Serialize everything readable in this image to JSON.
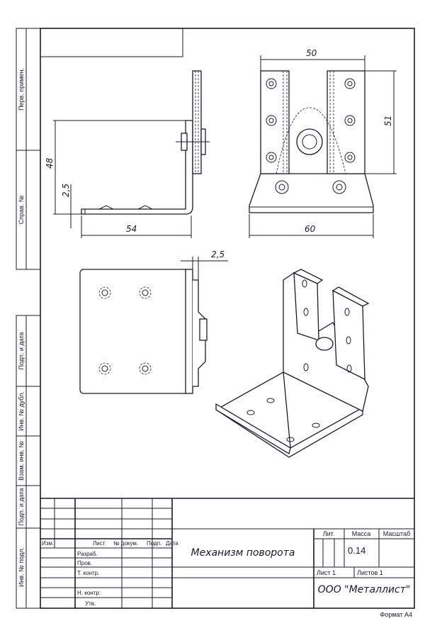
{
  "side_labels": [
    "Перв. примен.",
    "Справ. №",
    "Подп. и дата",
    "Инв. № дубл.",
    "Взам. инв. №",
    "Подп. и дата",
    "Инв. № подл."
  ],
  "dimensions": {
    "front_height": "48",
    "front_thickness": "2,5",
    "front_length": "54",
    "top_width": "50",
    "top_height": "51",
    "top_base": "60",
    "side_thickness": "2,5"
  },
  "title_block": {
    "headers": {
      "izm": "Изм.",
      "list": "Лист",
      "doc": "№ докум.",
      "sign": "Подп.",
      "date": "Дата"
    },
    "roles": [
      "Разраб.",
      "Пров.",
      "Т. контр.",
      "Н. контр.",
      "Утв."
    ],
    "name": "Механизм поворота",
    "lit": "Лит.",
    "mass_label": "Масса",
    "scale_label": "Масштаб",
    "mass": "0.14",
    "sheet": "Лист 1",
    "sheets": "Листов 1",
    "company": "ООО \"Металлист\"",
    "format": "Формат А4"
  }
}
